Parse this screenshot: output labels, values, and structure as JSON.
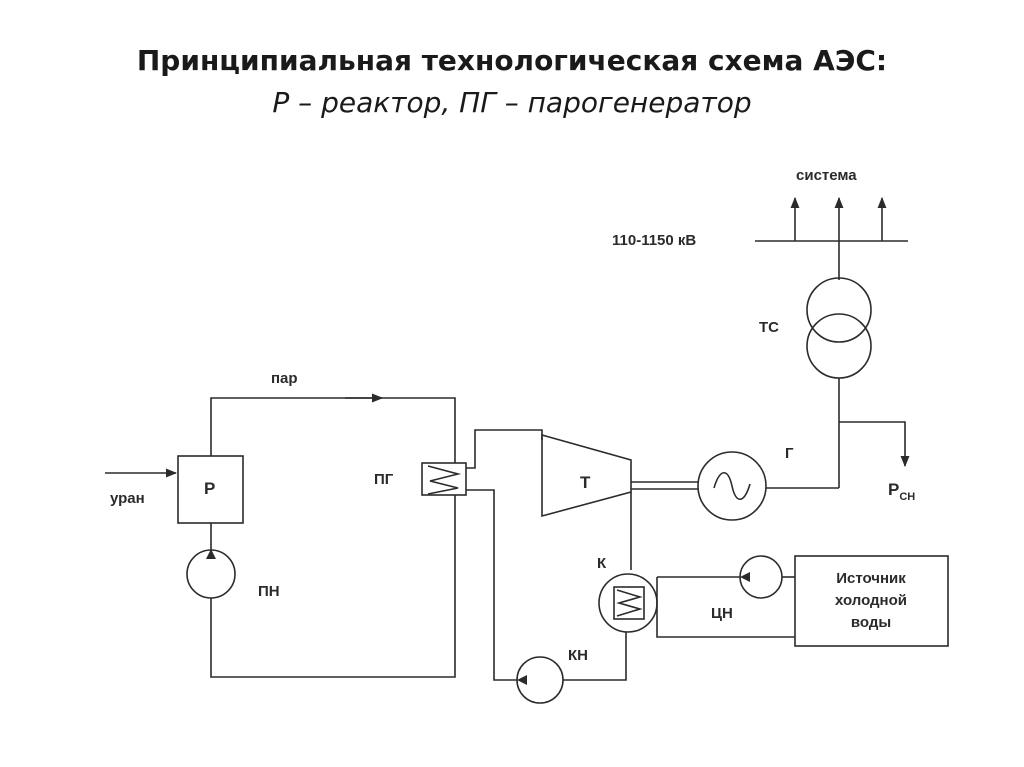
{
  "slide": {
    "title": "Принципиальная технологическая схема АЭС:",
    "subtitle": "Р – реактор, ПГ – парогенератор"
  },
  "diagram": {
    "labels": {
      "system": "система",
      "voltage": "110-1150 кВ",
      "transformer": "ТС",
      "steam": "пар",
      "reactor": "Р",
      "uranium": "уран",
      "feed_pump": "ПН",
      "steam_generator": "ПГ",
      "turbine": "Т",
      "generator": "Г",
      "aux_power_main": "Р",
      "aux_power_sub": "СН",
      "condenser": "К",
      "circ_pump": "ЦН",
      "condensate_pump": "КН",
      "cold_water_source_l1": "Источник",
      "cold_water_source_l2": "холодной",
      "cold_water_source_l3": "воды"
    }
  }
}
